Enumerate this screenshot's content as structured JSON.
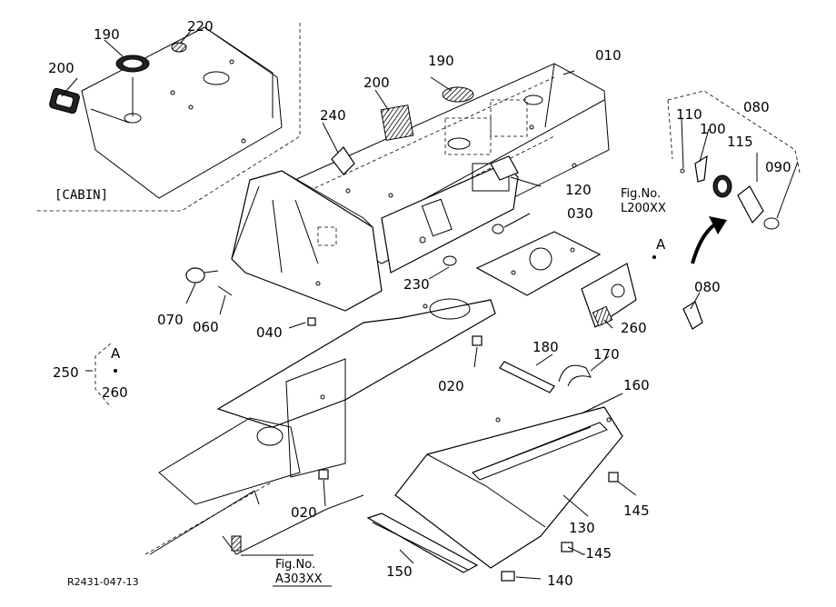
{
  "drawing_id": "R2431-047-13",
  "parts": [
    {
      "no": "010"
    },
    {
      "no": "020"
    },
    {
      "no": "020"
    },
    {
      "no": "030"
    },
    {
      "no": "040"
    },
    {
      "no": "060"
    },
    {
      "no": "070"
    },
    {
      "no": "080"
    },
    {
      "no": "080"
    },
    {
      "no": "090"
    },
    {
      "no": "100"
    },
    {
      "no": "110"
    },
    {
      "no": "115"
    },
    {
      "no": "120"
    },
    {
      "no": "130"
    },
    {
      "no": "140"
    },
    {
      "no": "145"
    },
    {
      "no": "-145"
    },
    {
      "no": "150"
    },
    {
      "no": "160"
    },
    {
      "no": "170"
    },
    {
      "no": "180"
    },
    {
      "no": "190"
    },
    {
      "no": "190"
    },
    {
      "no": "200"
    },
    {
      "no": "200"
    },
    {
      "no": "220"
    },
    {
      "no": "230"
    },
    {
      "no": "240"
    },
    {
      "no": "250"
    },
    {
      "no": "260"
    },
    {
      "no": "260"
    }
  ],
  "refs": {
    "cabin": "[CABIN]",
    "fig_l200_line1": "Fig.No.",
    "fig_l200_line2": "L200XX",
    "fig_a303_line1": "Fig.No.",
    "fig_a303_line2": "A303XX",
    "view_a_top": "A",
    "view_a_left": "A"
  }
}
